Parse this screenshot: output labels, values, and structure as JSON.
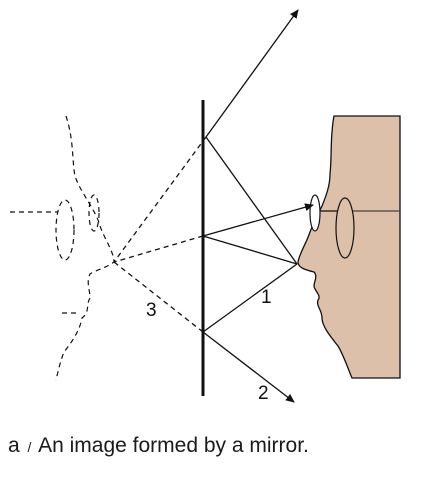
{
  "diagram": {
    "ray_labels": [
      "1",
      "2",
      "3"
    ]
  },
  "caption": {
    "label": "a",
    "separator": "/",
    "text": "An image formed by a mirror."
  },
  "colors": {
    "skin": "#dcc0aa",
    "ink": "#111111"
  }
}
